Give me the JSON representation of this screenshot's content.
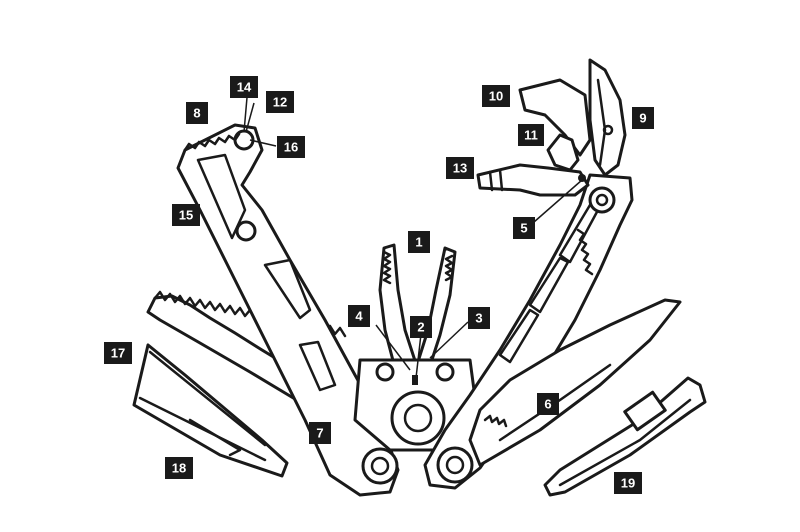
{
  "diagram": {
    "line_color": "#1a1a1a",
    "background": "#ffffff",
    "callouts": [
      {
        "id": "c1",
        "label": "1"
      },
      {
        "id": "c2",
        "label": "2"
      },
      {
        "id": "c3",
        "label": "3"
      },
      {
        "id": "c4",
        "label": "4"
      },
      {
        "id": "c5",
        "label": "5"
      },
      {
        "id": "c6",
        "label": "6"
      },
      {
        "id": "c7",
        "label": "7"
      },
      {
        "id": "c8",
        "label": "8"
      },
      {
        "id": "c9",
        "label": "9"
      },
      {
        "id": "c10",
        "label": "10"
      },
      {
        "id": "c11",
        "label": "11"
      },
      {
        "id": "c12",
        "label": "12"
      },
      {
        "id": "c13",
        "label": "13"
      },
      {
        "id": "c14",
        "label": "14"
      },
      {
        "id": "c15",
        "label": "15"
      },
      {
        "id": "c16",
        "label": "16"
      },
      {
        "id": "c17",
        "label": "17"
      },
      {
        "id": "c18",
        "label": "18"
      },
      {
        "id": "c19",
        "label": "19"
      }
    ]
  }
}
